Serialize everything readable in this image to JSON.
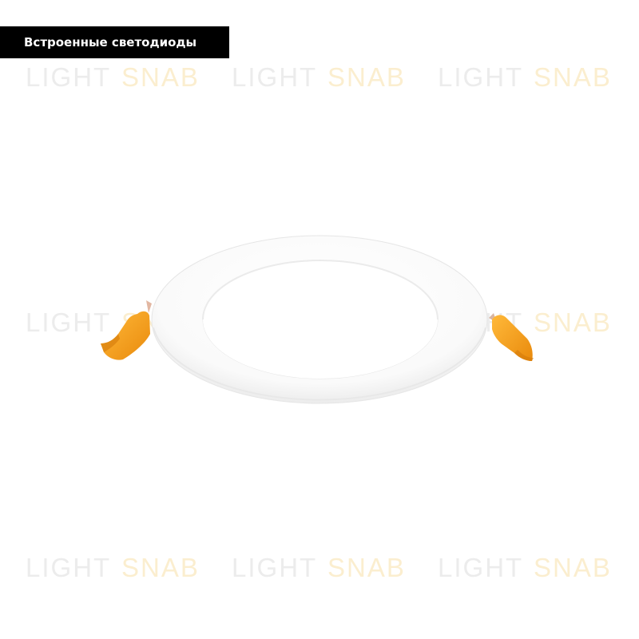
{
  "label": {
    "text": "Встроенные светодиоды"
  },
  "watermark": {
    "word1": "LIGHT",
    "word2": "SNAB"
  },
  "colors": {
    "label_bg": "#000000",
    "label_text": "#ffffff",
    "ring": "#ffffff",
    "clip": "#f5a01e",
    "watermark_gray": "#ececec",
    "watermark_accent": "#fbeecf"
  }
}
